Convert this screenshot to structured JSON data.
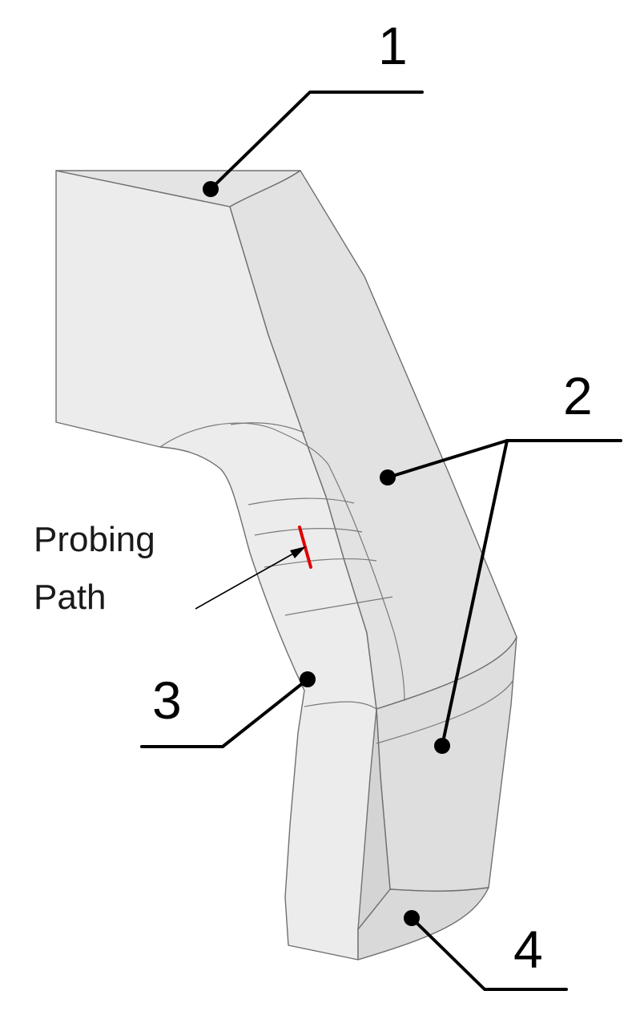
{
  "figure": {
    "callouts": [
      {
        "id": "1",
        "label": "1"
      },
      {
        "id": "2",
        "label": "2"
      },
      {
        "id": "3",
        "label": "3"
      },
      {
        "id": "4",
        "label": "4"
      }
    ],
    "annotation": {
      "line1": "Probing",
      "line2": "Path"
    },
    "colors": {
      "face_light": "#ececec",
      "face_mid": "#e2e2e2",
      "face_dark": "#d6d6d6",
      "edge": "#707070",
      "probe_line": "#e00000",
      "leader": "#000000"
    }
  }
}
